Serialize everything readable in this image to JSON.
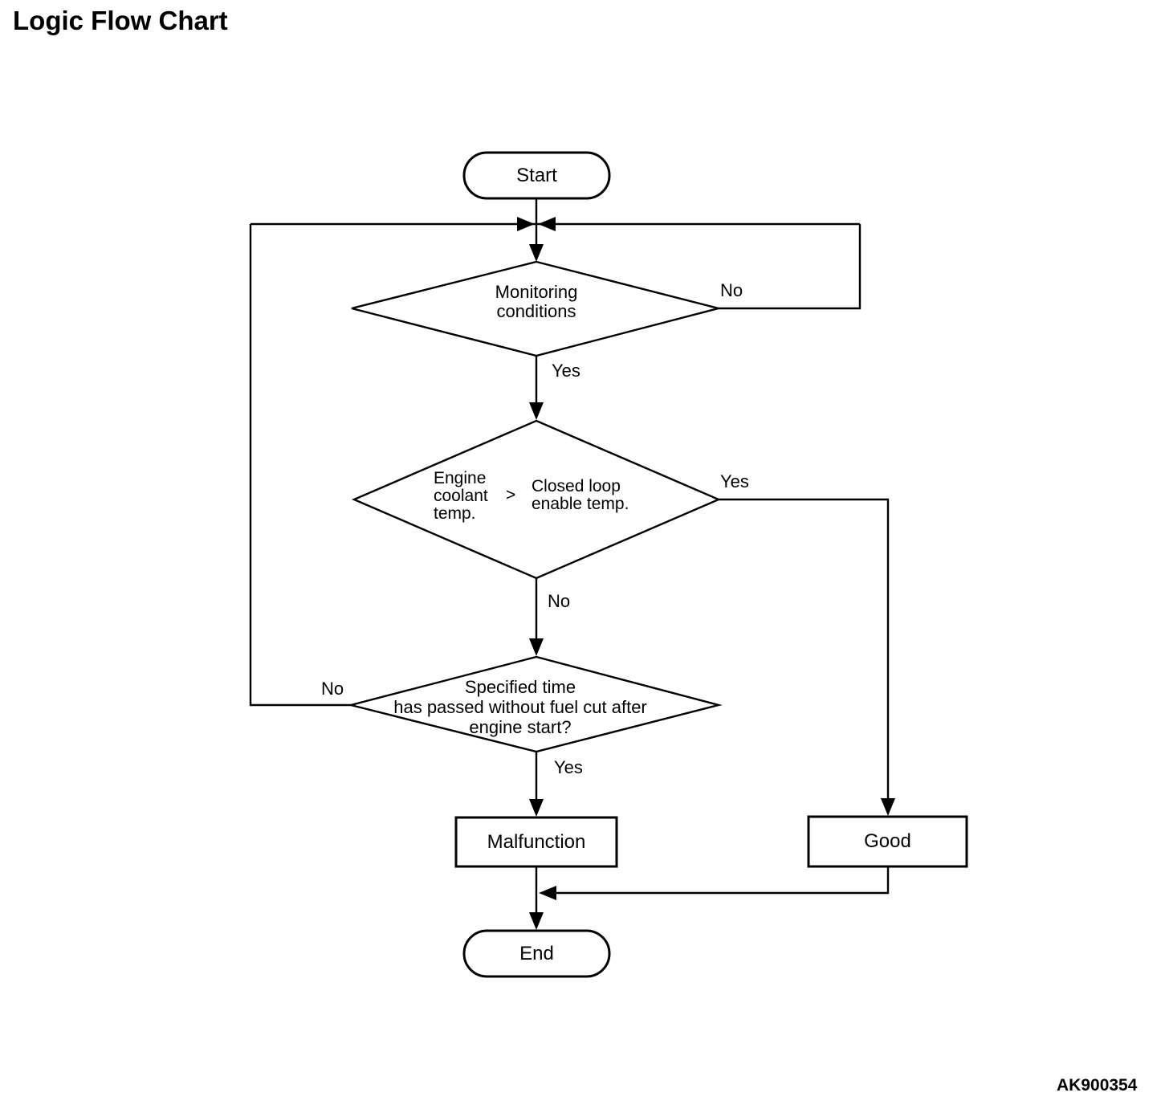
{
  "title": "Logic Flow Chart",
  "figure_code": "AK900354",
  "colors": {
    "ink": "#000000",
    "background": "#ffffff"
  },
  "nodes": {
    "start": {
      "label": "Start"
    },
    "monitoring": {
      "line1": "Monitoring",
      "line2": "conditions",
      "no_label": "No",
      "yes_label": "Yes"
    },
    "coolant": {
      "left1": "Engine",
      "left2": "coolant",
      "left3": "temp.",
      "operator": ">",
      "right1": "Closed loop",
      "right2": "enable temp.",
      "yes_label": "Yes",
      "no_label": "No"
    },
    "fuelcut": {
      "line1": "Specified time",
      "line2": "has passed without fuel cut after",
      "line3": "engine start?",
      "no_label": "No",
      "yes_label": "Yes"
    },
    "malfunction": {
      "label": "Malfunction"
    },
    "good": {
      "label": "Good"
    },
    "end": {
      "label": "End"
    }
  }
}
